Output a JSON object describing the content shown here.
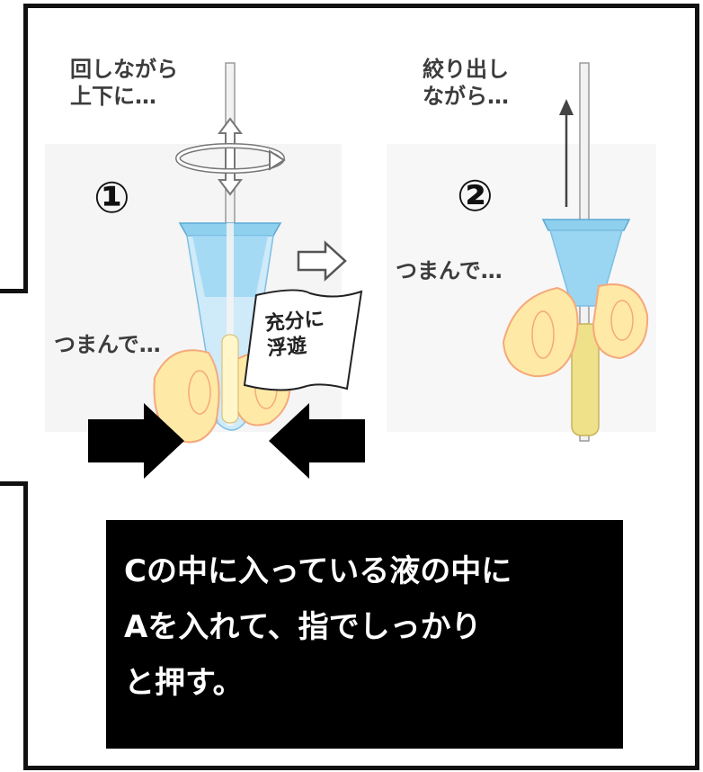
{
  "step1": {
    "number": "①",
    "motion_label": "回しながら\n上下に…",
    "pinch_label": "つまんで…",
    "float_label": "充分に\n浮遊"
  },
  "step2": {
    "number": "②",
    "squeeze_label": "絞り出し\nながら…",
    "pinch_label": "つまんで…"
  },
  "caption": {
    "text": "Cの中に入っている液の中に\nAを入れて、指でしっかり\nと押す。"
  },
  "colors": {
    "frame": "#111111",
    "tube_blue": "#8fd0ee",
    "finger": "#ffe9a6",
    "finger_outline": "#f5a97a",
    "arrow_black": "#000000",
    "caption_bg": "#000000",
    "caption_text": "#ffffff"
  }
}
